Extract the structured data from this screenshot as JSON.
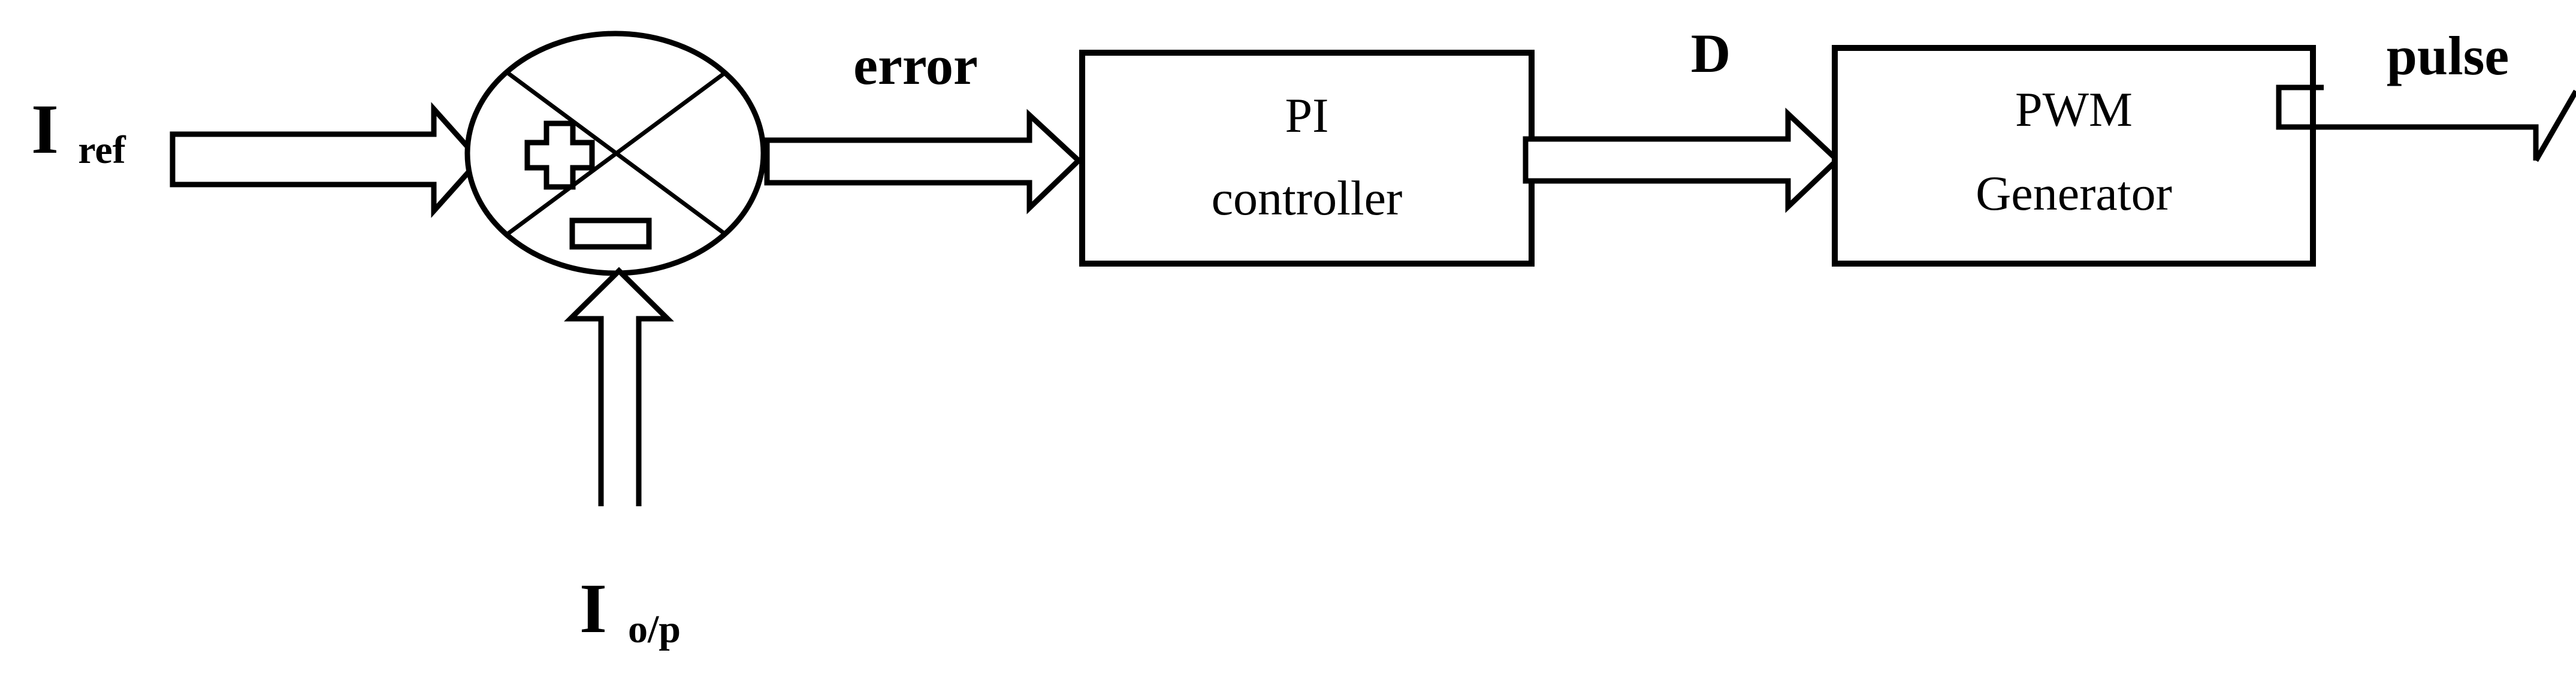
{
  "diagram": {
    "title": "PI controller PWM current control loop block diagram",
    "type": "control-system-block-diagram",
    "background_color": "#ffffff",
    "line_color": "#000000"
  },
  "inputs": {
    "reference": {
      "symbol": "I",
      "subscript": "ref",
      "full_label": "Iref",
      "sign_at_junction": "+"
    },
    "feedback": {
      "symbol": "I",
      "subscript": "o/p",
      "full_label": "Io/p",
      "sign_at_junction": "−"
    }
  },
  "summing_junction": {
    "name": "summing-junction",
    "shape": "ellipse-with-cross",
    "plus_sign": "+",
    "minus_sign": "−"
  },
  "signals": {
    "error": "error",
    "duty": "D",
    "output": "pulse"
  },
  "blocks": [
    {
      "id": "pi-controller",
      "line1": "PI",
      "line2": "controller"
    },
    {
      "id": "pwm-generator",
      "line1": "PWM",
      "line2": "Generator"
    }
  ]
}
